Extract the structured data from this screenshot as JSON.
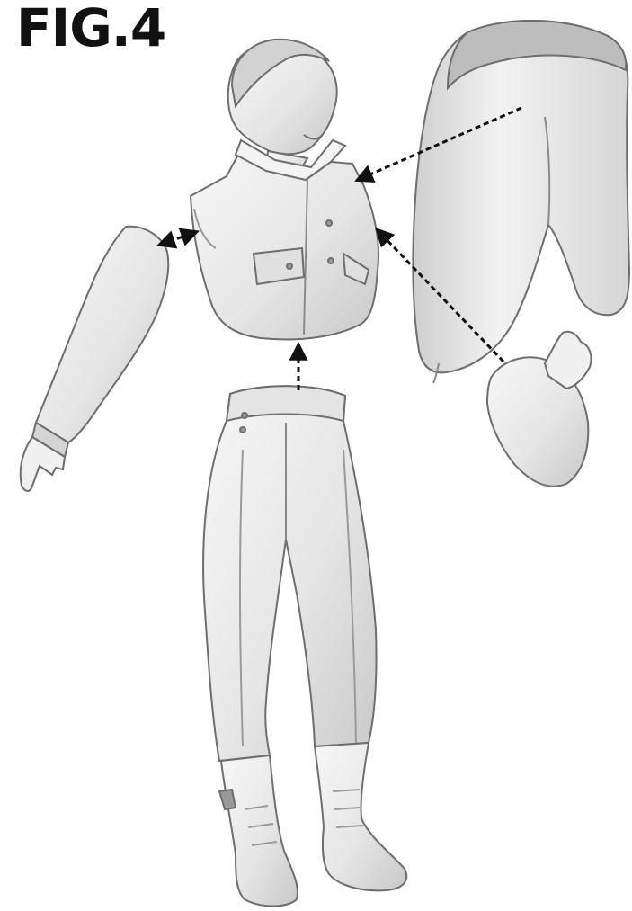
{
  "figure": {
    "label": "FIG.4"
  },
  "colors": {
    "ink": "#111111",
    "outline": "#6e6e6e",
    "shade": "#bdbdbd",
    "fill": "#ececec",
    "highlight": "#f7f7f7",
    "arrow": "#111111"
  },
  "parts": [
    "head",
    "vest",
    "left-sleeve",
    "jacket",
    "right-sleeve",
    "trousers",
    "boots"
  ],
  "connections": [
    {
      "from": "left-sleeve",
      "to": "vest"
    },
    {
      "from": "jacket",
      "to": "vest"
    },
    {
      "from": "right-sleeve",
      "to": "vest"
    },
    {
      "from": "trousers",
      "to": "vest"
    }
  ]
}
